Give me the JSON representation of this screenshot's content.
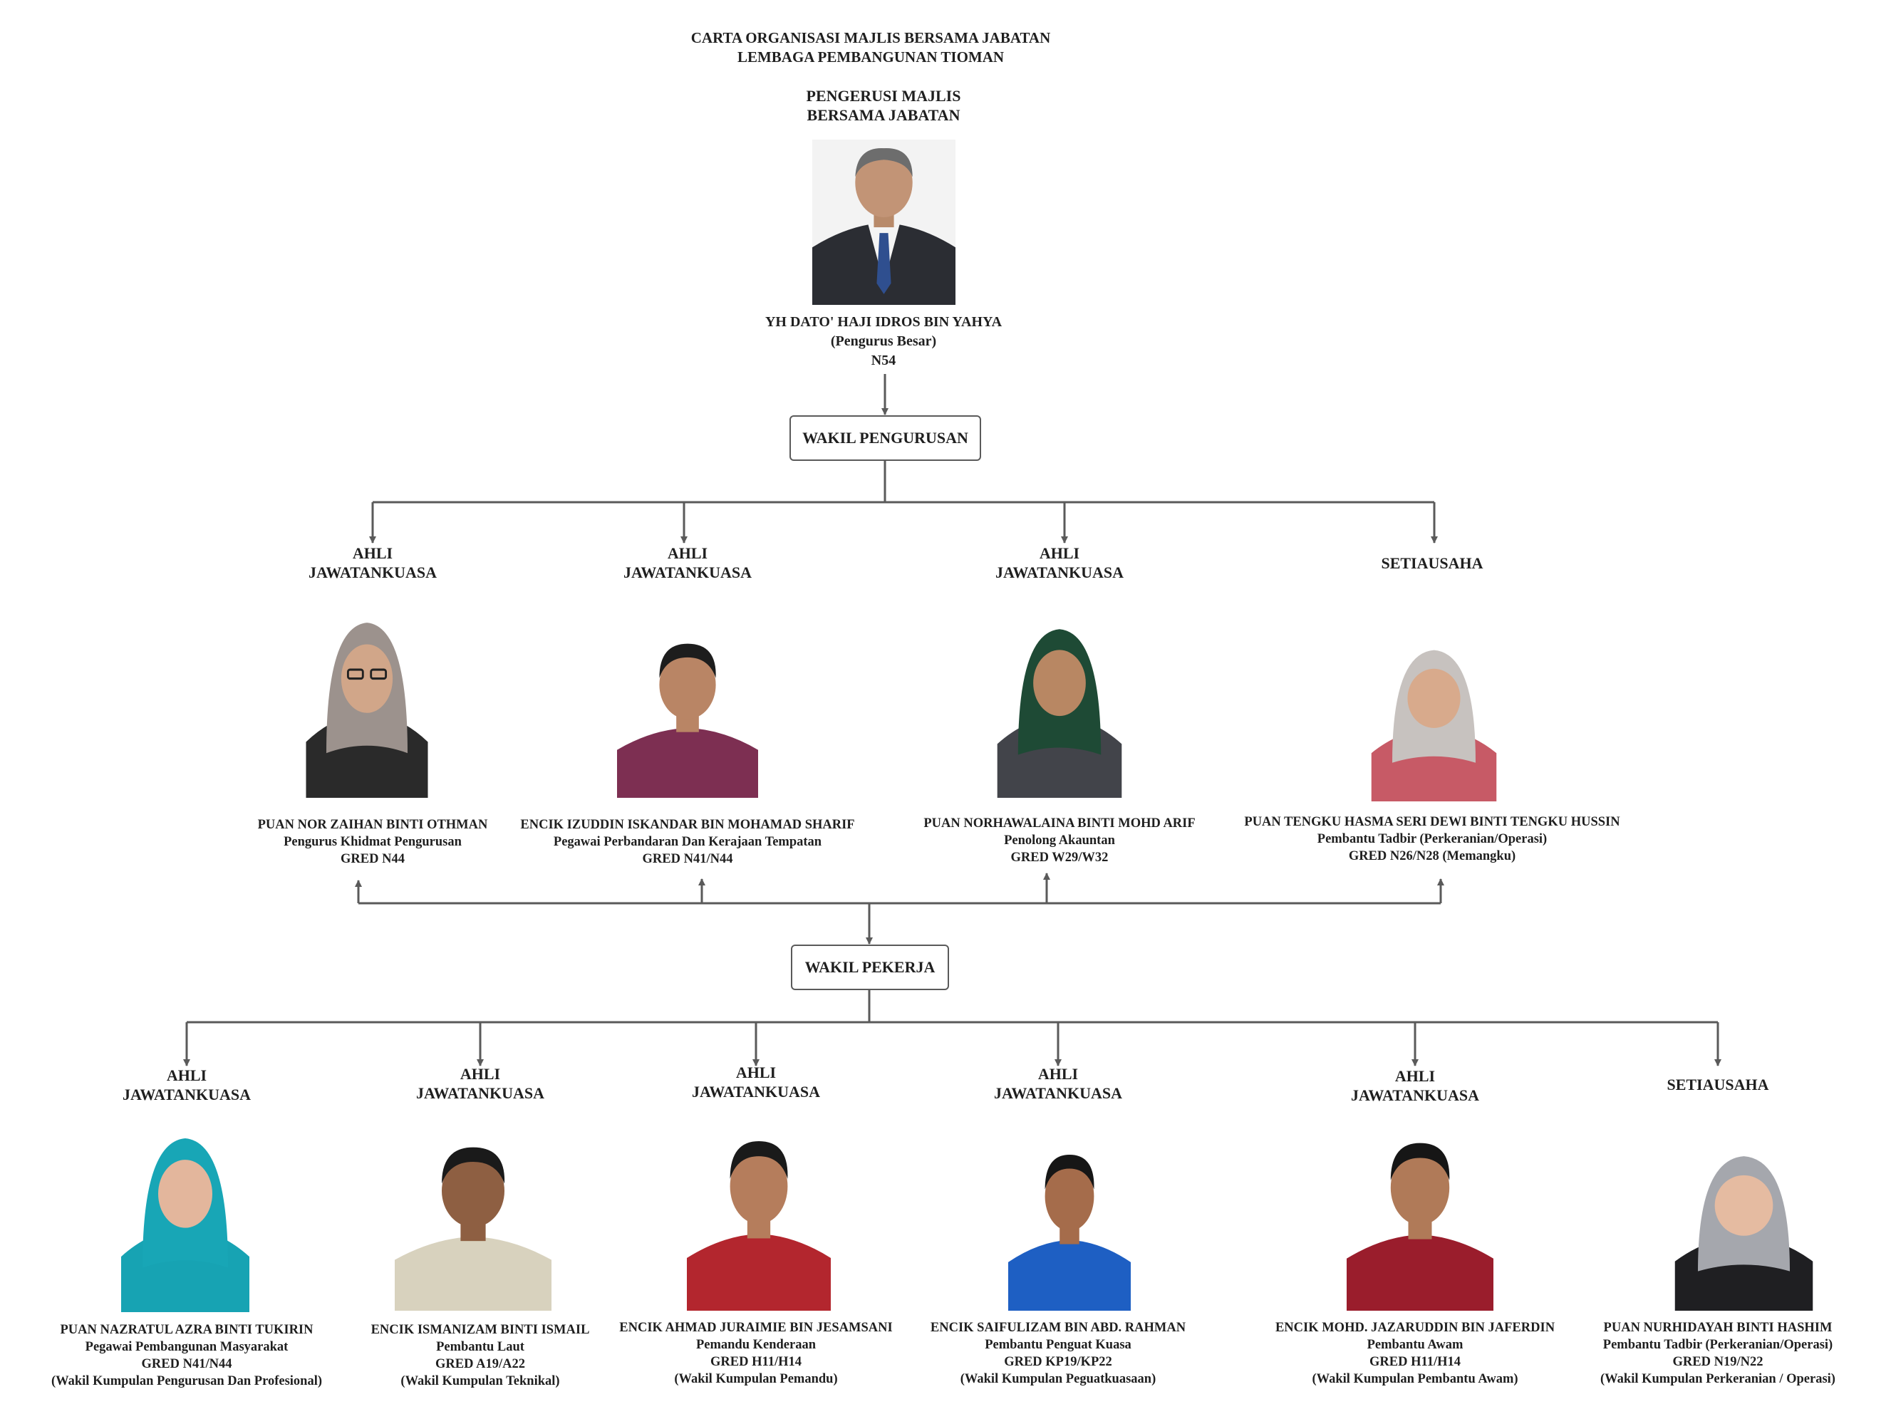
{
  "header": {
    "title_line1": "CARTA ORGANISASI MAJLIS BERSAMA JABATAN",
    "title_line2": "LEMBAGA PEMBANGUNAN TIOMAN",
    "chair_role_line1": "PENGERUSI MAJLIS",
    "chair_role_line2": "BERSAMA JABATAN"
  },
  "chair": {
    "name": "YH DATO' HAJI IDROS BIN YAHYA",
    "position": "(Pengurus Besar)",
    "grade": "N54"
  },
  "management": {
    "box_label": "WAKIL PENGURUSAN",
    "members": [
      {
        "role1": "AHLI",
        "role2": "JAWATANKUASA",
        "name": "PUAN NOR ZAIHAN BINTI OTHMAN",
        "position": "Pengurus Khidmat Pengurusan",
        "grade": "GRED N44"
      },
      {
        "role1": "AHLI",
        "role2": "JAWATANKUASA",
        "name": "ENCIK IZUDDIN ISKANDAR BIN MOHAMAD SHARIF",
        "position": "Pegawai Perbandaran Dan Kerajaan Tempatan",
        "grade": "GRED N41/N44"
      },
      {
        "role1": "AHLI",
        "role2": "JAWATANKUASA",
        "name": "PUAN NORHAWALAINA BINTI MOHD ARIF",
        "position": "Penolong Akauntan",
        "grade": "GRED W29/W32"
      },
      {
        "role1": "SETIAUSAHA",
        "role2": "",
        "name": "PUAN TENGKU HASMA SERI DEWI BINTI TENGKU HUSSIN",
        "position": "Pembantu Tadbir (Perkeranian/Operasi)",
        "grade": "GRED N26/N28 (Memangku)"
      }
    ]
  },
  "workers": {
    "box_label": "WAKIL PEKERJA",
    "members": [
      {
        "role1": "AHLI",
        "role2": "JAWATANKUASA",
        "name": "PUAN NAZRATUL AZRA BINTI TUKIRIN",
        "position": "Pegawai Pembangunan Masyarakat",
        "grade": "GRED N41/N44",
        "group": "(Wakil Kumpulan Pengurusan Dan Profesional)"
      },
      {
        "role1": "AHLI",
        "role2": "JAWATANKUASA",
        "name": "ENCIK ISMANIZAM BINTI ISMAIL",
        "position": "Pembantu Laut",
        "grade": "GRED A19/A22",
        "group": "(Wakil Kumpulan Teknikal)"
      },
      {
        "role1": "AHLI",
        "role2": "JAWATANKUASA",
        "name": "ENCIK AHMAD JURAIMIE BIN JESAMSANI",
        "position": "Pemandu Kenderaan",
        "grade": "GRED H11/H14",
        "group": "(Wakil Kumpulan Pemandu)"
      },
      {
        "role1": "AHLI",
        "role2": "JAWATANKUASA",
        "name": "ENCIK SAIFULIZAM BIN ABD. RAHMAN",
        "position": "Pembantu Penguat Kuasa",
        "grade": "GRED KP19/KP22",
        "group": "(Wakil Kumpulan Peguatkuasaan)"
      },
      {
        "role1": "AHLI",
        "role2": "JAWATANKUASA",
        "name": "ENCIK MOHD. JAZARUDDIN BIN JAFERDIN",
        "position": "Pembantu Awam",
        "grade": "GRED H11/H14",
        "group": "(Wakil Kumpulan Pembantu Awam)"
      },
      {
        "role1": "SETIAUSAHA",
        "role2": "",
        "name": "PUAN NURHIDAYAH BINTI HASHIM",
        "position": "Pembantu Tadbir (Perkeranian/Operasi)",
        "grade": "GRED N19/N22",
        "group": "(Wakil Kumpulan Perkeranian / Operasi)"
      }
    ]
  },
  "colors": {
    "connector": "#5a5a5a",
    "text": "#1f1f1f"
  },
  "photo_icons": [
    "man-suit-portrait-icon",
    "woman-grey-hijab-portrait-icon",
    "man-maroon-shirt-portrait-icon",
    "woman-green-hijab-portrait-icon",
    "woman-patterned-hijab-portrait-icon",
    "woman-teal-hijab-portrait-icon",
    "man-khaki-uniform-portrait-icon",
    "man-red-shirt-portrait-icon",
    "man-blue-uniform-portrait-icon",
    "man-red-polo-portrait-icon",
    "woman-grey-hijab-blazer-portrait-icon"
  ]
}
